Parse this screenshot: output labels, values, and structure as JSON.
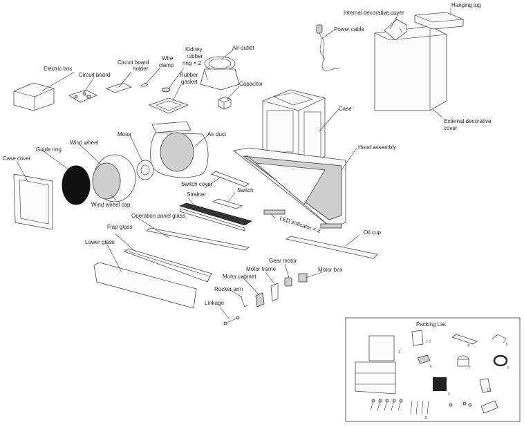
{
  "labels": {
    "internal_decorative_cover": "Internal decorative cover",
    "hanging_lug": "Hanging lug",
    "power_cable": "Power cable",
    "electric_box": "Electric box",
    "circuit_board": "Circuit board",
    "circuit_board_holder_1": "Circuit board",
    "circuit_board_holder_2": "holder",
    "wire_clamp_1": "Wire",
    "wire_clamp_2": "clamp",
    "kidney_ring_1": "Kidney",
    "kidney_ring_2": "rubber",
    "kidney_ring_3": "ring × 2",
    "air_outlet": "Air outlet",
    "rubber_gasket_1": "Rubber",
    "rubber_gasket_2": "gasket",
    "capacitor": "Capacitor",
    "case": "Case",
    "external_decorative_cover_1": "External decorative",
    "external_decorative_cover_2": "cover",
    "wind_wheel": "Wind wheel",
    "motor": "Motor",
    "air_duct": "Air duct",
    "hood_assembly": "Hood assembly",
    "guide_ring": "Guide ring",
    "case_cover": "Case cover",
    "switch_cover": "Switch cover",
    "switch": "Switch",
    "strainer": "Strainer",
    "wind_wheel_cap": "Wind wheel cap",
    "led_indicator": "LED indicator × 2",
    "operation_panel_glass": "Operation panel glass",
    "flap_glass": "Flap glass",
    "lower_glass": "Lower glass",
    "oil_cup": "Oil cup",
    "gear_motor": "Gear motor",
    "motor_frame": "Motor frame",
    "motor_box": "Motor box",
    "motor_cabinet": "Motor cabinet",
    "rocker_arm": "Rocker arm",
    "linkage": "Linkage"
  },
  "packing_list": {
    "title": "Packing List",
    "item_numbers": [
      "1",
      "2",
      "3",
      "4",
      "5",
      "6",
      "7",
      "8",
      "9",
      "10",
      "11"
    ],
    "book_label": "2  3"
  }
}
